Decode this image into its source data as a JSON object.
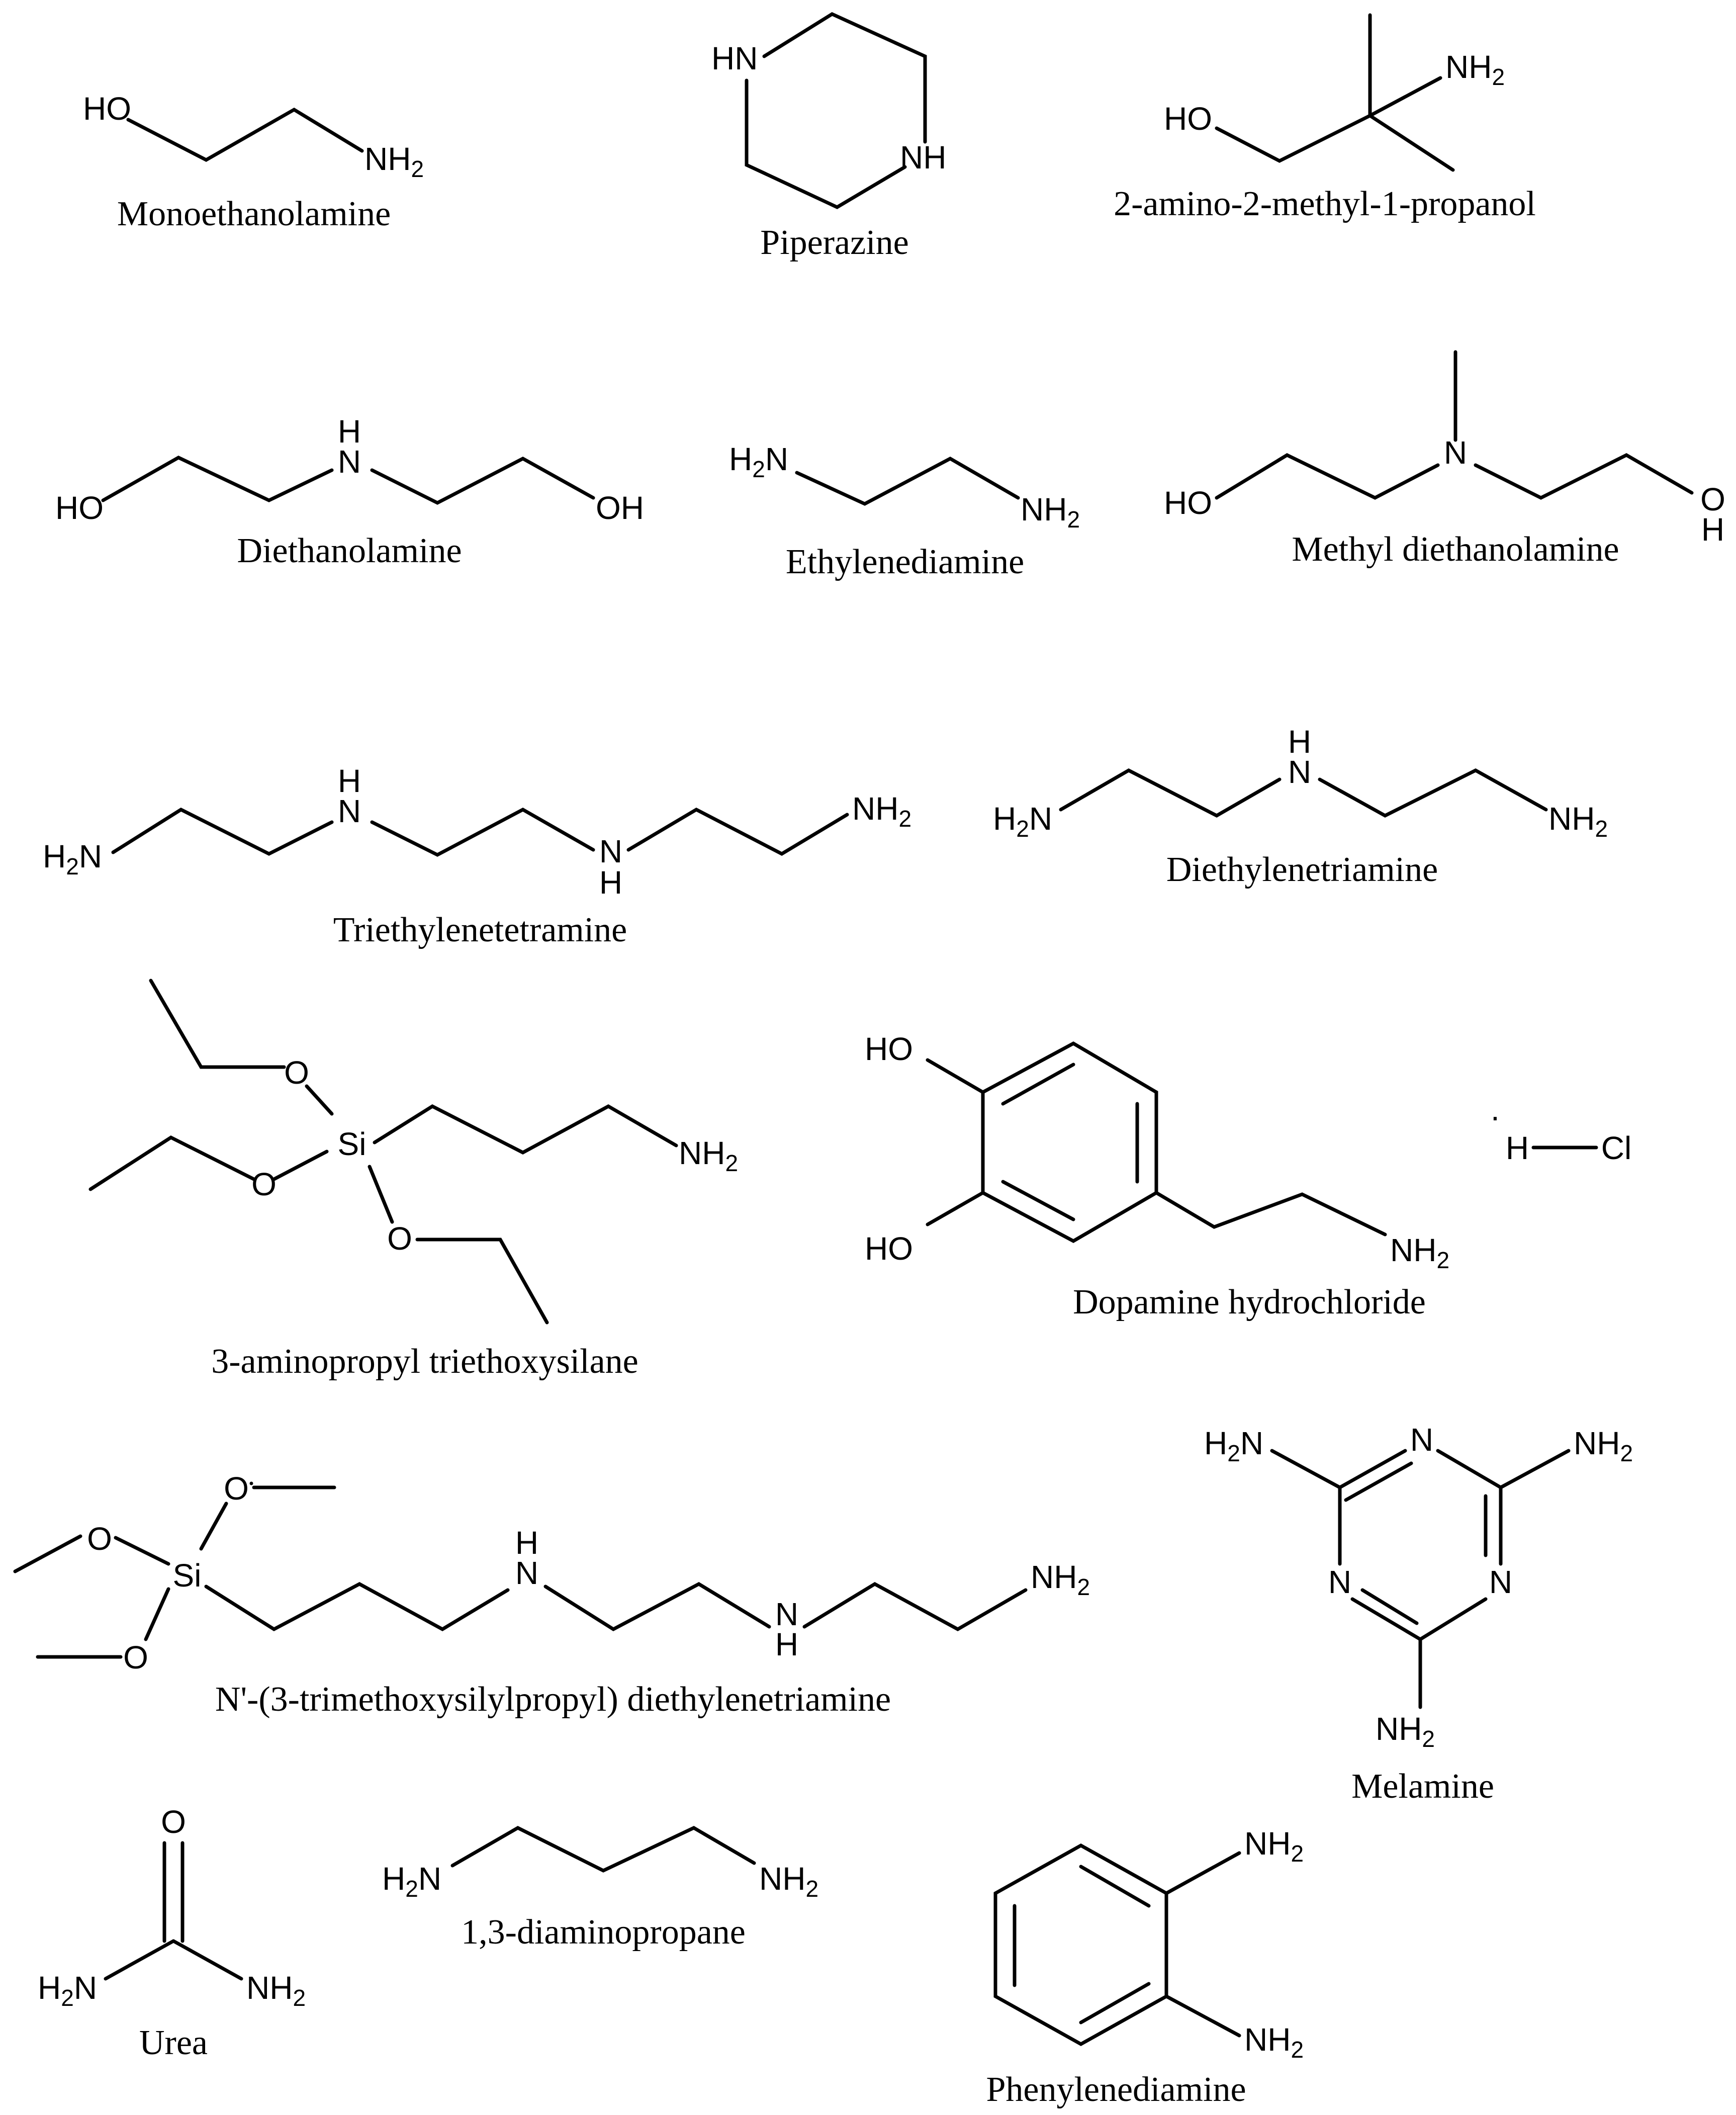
{
  "molecules": {
    "monoethanolamine": {
      "name": "Monoethanolamine",
      "ho": "HO",
      "nh": "NH",
      "nh_sub": "2"
    },
    "piperazine": {
      "name": "Piperazine",
      "hn": "HN",
      "nh": "NH"
    },
    "amp": {
      "name": "2-amino-2-methyl-1-propanol",
      "ho": "HO",
      "nh": "NH",
      "nh_sub": "2"
    },
    "diethanolamine": {
      "name": "Diethanolamine",
      "ho": "HO",
      "oh": "OH",
      "h": "H",
      "n": "N"
    },
    "ethylenediamine": {
      "name": "Ethylenediamine",
      "h2n_h": "H",
      "h2n_sub": "2",
      "h2n_n": "N",
      "nh": "NH",
      "nh_sub": "2"
    },
    "mdea": {
      "name": "Methyl diethanolamine",
      "ho": "HO",
      "n": "N",
      "o": "O",
      "h": "H"
    },
    "teta": {
      "name": "Triethylenetetramine",
      "h2n_h": "H",
      "h2n_sub": "2",
      "h2n_n": "N",
      "h1": "H",
      "n1": "N",
      "n2": "N",
      "h2": "H",
      "nh": "NH",
      "nh_sub": "2"
    },
    "deta": {
      "name": "Diethylenetriamine",
      "h2n_h": "H",
      "h2n_sub": "2",
      "h2n_n": "N",
      "h": "H",
      "n": "N",
      "nh": "NH",
      "nh_sub": "2"
    },
    "aptes": {
      "name": "3-aminopropyl triethoxysilane",
      "o1": "O",
      "si": "Si",
      "o2": "O",
      "o3": "O",
      "nh": "NH",
      "nh_sub": "2"
    },
    "dopamine": {
      "name": "Dopamine hydrochloride",
      "ho1": "HO",
      "ho2": "HO",
      "nh": "NH",
      "nh_sub": "2",
      "dot": ".",
      "h": "H",
      "cl": "Cl"
    },
    "melamine": {
      "name": "Melamine",
      "h2n_h": "H",
      "h2n_sub": "2",
      "h2n_n": "N",
      "n_top": "N",
      "nh_right": "NH",
      "nh_right_sub": "2",
      "n_left": "N",
      "n_right": "N",
      "nh_bottom": "NH",
      "nh_bottom_sub": "2"
    },
    "tmsp_deta": {
      "name": "N'-(3-trimethoxysilylpropyl) diethylenetriamine",
      "o1": "O",
      "o2": "O",
      "si": "Si",
      "o3": "O",
      "h1": "H",
      "n1": "N",
      "n2": "N",
      "h2": "H",
      "nh": "NH",
      "nh_sub": "2"
    },
    "urea": {
      "name": "Urea",
      "o": "O",
      "h2n_h": "H",
      "h2n_sub": "2",
      "h2n_n": "N",
      "nh": "NH",
      "nh_sub": "2"
    },
    "diaminopropane": {
      "name": "1,3-diaminopropane",
      "h2n_h": "H",
      "h2n_sub": "2",
      "h2n_n": "N",
      "nh": "NH",
      "nh_sub": "2"
    },
    "phenylenediamine": {
      "name": "Phenylenediamine",
      "nh1": "NH",
      "nh1_sub": "2",
      "nh2": "NH",
      "nh2_sub": "2"
    }
  }
}
